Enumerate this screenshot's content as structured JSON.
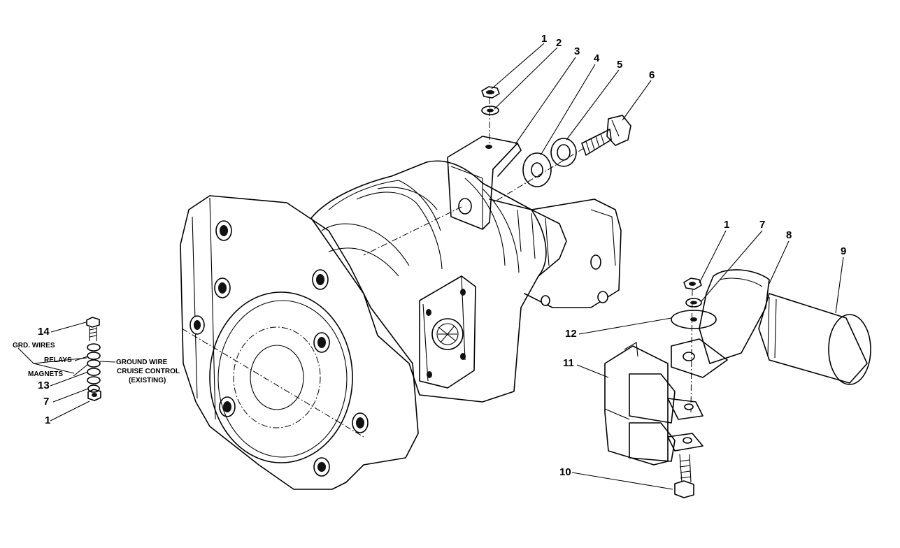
{
  "callouts": {
    "c1_top": "1",
    "c2": "2",
    "c3": "3",
    "c4": "4",
    "c5": "5",
    "c6": "6",
    "c1_right": "1",
    "c7_right": "7",
    "c8": "8",
    "c9": "9",
    "c12": "12",
    "c11": "11",
    "c10": "10",
    "c14": "14",
    "c13": "13",
    "c7_left": "7",
    "c1_left": "1"
  },
  "labels": {
    "grd_wires": "GRD. WIRES",
    "relays": "RELAYS",
    "magnets": "MAGNETS",
    "ground_wire_line1": "GROUND WIRE",
    "ground_wire_line2": "CRUISE CONTROL",
    "ground_wire_line3": "(EXISTING)"
  }
}
